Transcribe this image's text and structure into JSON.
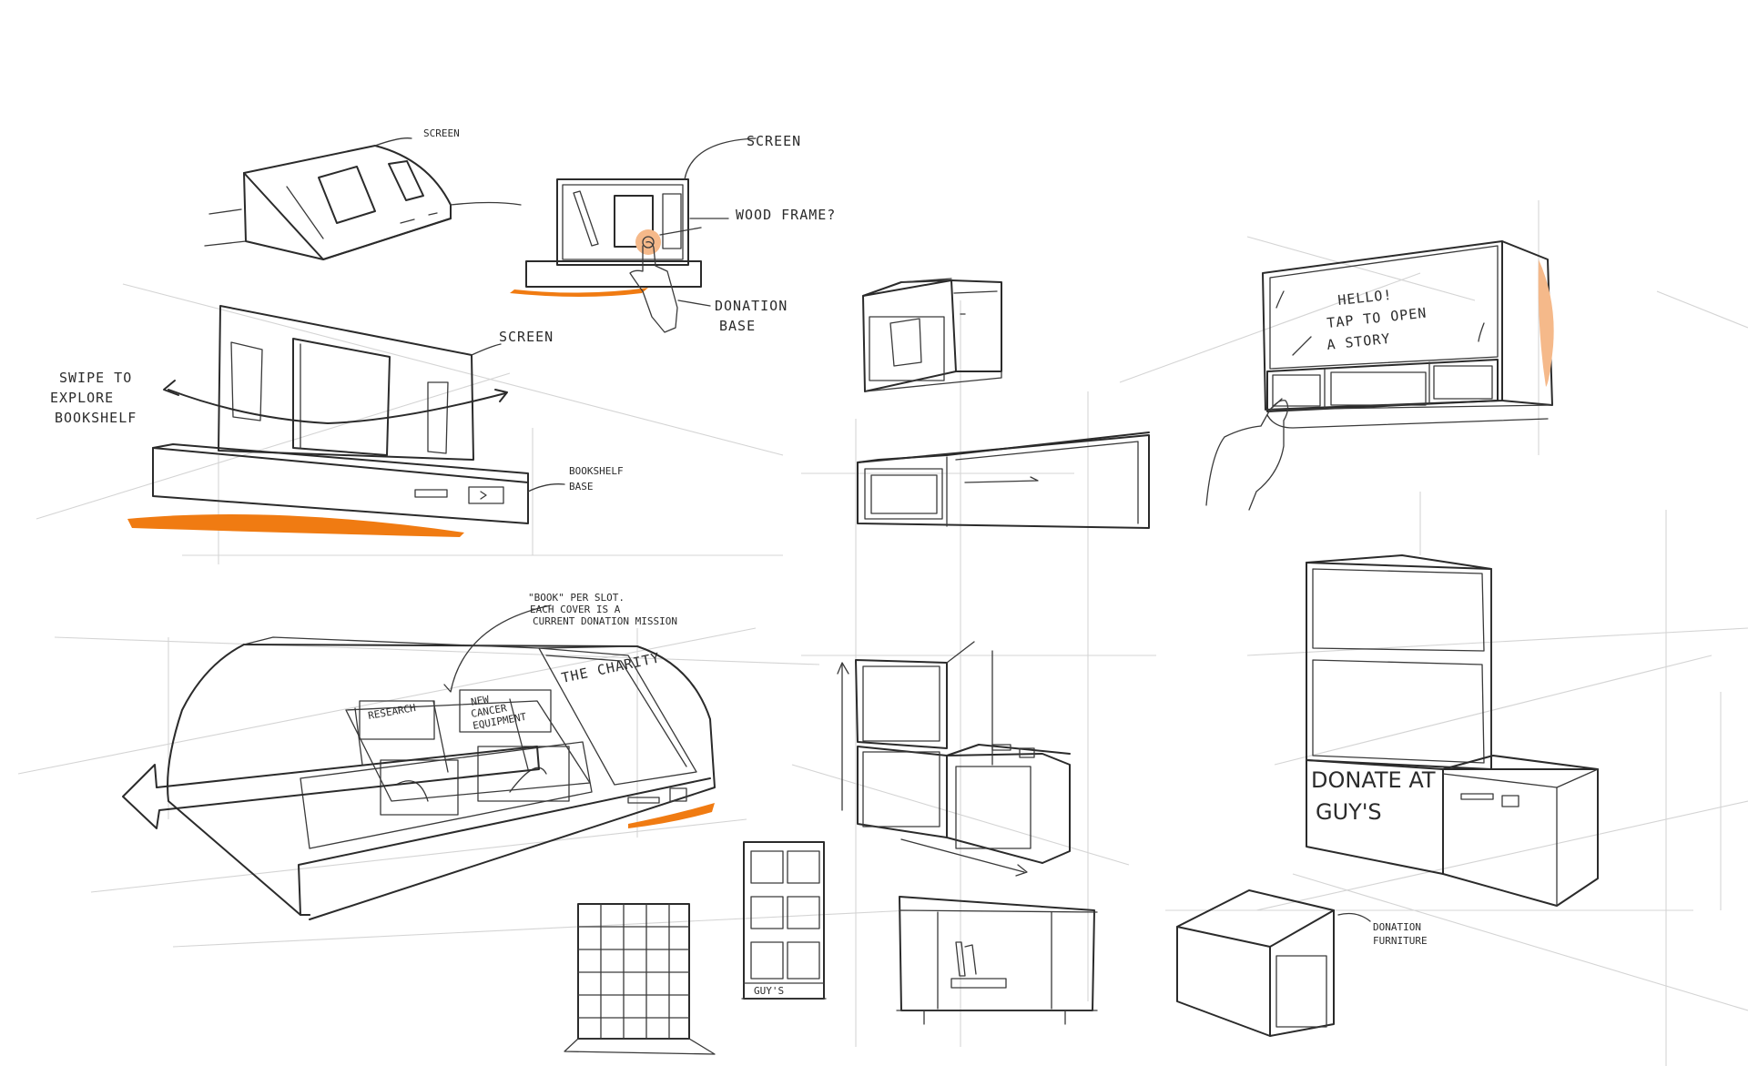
{
  "colors": {
    "ink": "#2b2b2b",
    "accent": "#f07b12",
    "accent_soft": "#f5b98a",
    "guide": "#d4d4d4"
  },
  "labels": {
    "screen_1": "SCREEN",
    "screen_2": "SCREEN",
    "wood_frame": "WOOD FRAME?",
    "donation_base_1": "DONATION",
    "donation_base_2": "BASE",
    "screen_3": "SCREEN",
    "swipe_1": "SWIPE TO",
    "swipe_2": "EXPLORE",
    "swipe_3": "BOOKSHELF",
    "bookshelf_base_1": "BOOKSHELF",
    "bookshelf_base_2": "BASE",
    "hello_1": "HELLO!",
    "hello_2": "TAP TO OPEN",
    "hello_3": "A STORY",
    "note_1": "\"BOOK\" PER SLOT.",
    "note_2": "EACH COVER IS A",
    "note_3": "CURRENT DONATION MISSION",
    "research": "RESEARCH",
    "new_1": "NEW",
    "new_2": "CANCER",
    "new_3": "EQUIPMENT",
    "charity": "THE CHARITY",
    "donate_1": "DONATE AT",
    "donate_2": "GUY'S",
    "furniture_1": "DONATION",
    "furniture_2": "FURNITURE",
    "guys_tag": "GUY'S"
  }
}
